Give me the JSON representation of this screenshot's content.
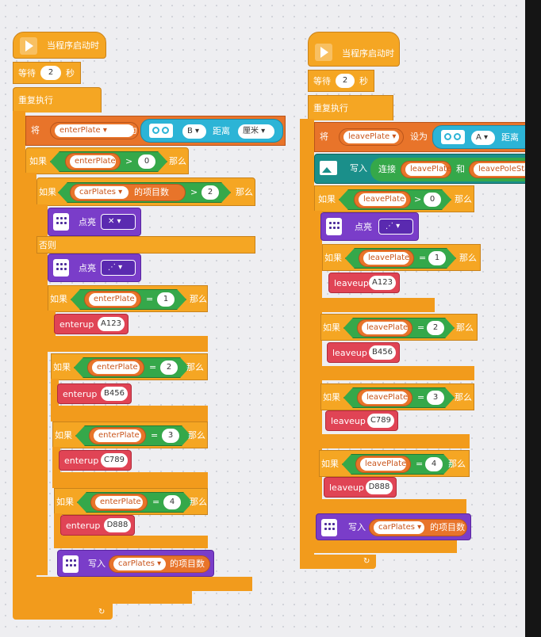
{
  "left": {
    "hat": "当程序启动时",
    "wait_label": "等待",
    "wait_value": "2",
    "wait_unit": "秒",
    "repeat": "重复执行",
    "set_label": "将",
    "set_var": "enterPlate",
    "set_to": "设为",
    "sensor_port": "B",
    "sensor_dist": "距离",
    "sensor_unit": "厘米",
    "if1_label": "如果",
    "if1_var": "enterPlate",
    "if1_op": ">",
    "if1_val": "0",
    "then": "那么",
    "if2_label": "如果",
    "if2_var": "carPlates",
    "if2_items": "的项目数",
    "if2_op": ">",
    "if2_val": "2",
    "light_label": "点亮",
    "else_label": "否则",
    "checks": [
      {
        "if": "如果",
        "var": "enterPlate",
        "op": "=",
        "val": "1",
        "cmd": "enterup",
        "arg": "A123"
      },
      {
        "if": "如果",
        "var": "enterPlate",
        "op": "=",
        "val": "2",
        "cmd": "enterup",
        "arg": "B456"
      },
      {
        "if": "如果",
        "var": "enterPlate",
        "op": "=",
        "val": "3",
        "cmd": "enterup",
        "arg": "C789"
      },
      {
        "if": "如果",
        "var": "enterPlate",
        "op": "=",
        "val": "4",
        "cmd": "enterup",
        "arg": "D888"
      }
    ],
    "write_label": "写入",
    "write_var": "carPlates",
    "write_items": "的项目数"
  },
  "right": {
    "hat": "当程序启动时",
    "wait_label": "等待",
    "wait_value": "2",
    "wait_unit": "秒",
    "repeat": "重复执行",
    "set_label": "将",
    "set_var": "leavePlate",
    "set_to": "设为",
    "sensor_port": "A",
    "sensor_dist": "距离",
    "write_label": "写入",
    "join_label": "连接",
    "join_a": "leavePlate",
    "join_and": "和",
    "join_b": "leavePoleSta",
    "if1_label": "如果",
    "if1_var": "leavePlate",
    "if1_op": ">",
    "if1_val": "0",
    "then": "那么",
    "light_label": "点亮",
    "checks": [
      {
        "if": "如果",
        "var": "leavePlate",
        "op": "=",
        "val": "1",
        "cmd": "leaveup",
        "arg": "A123"
      },
      {
        "if": "如果",
        "var": "leavePlate",
        "op": "=",
        "val": "2",
        "cmd": "leaveup",
        "arg": "B456"
      },
      {
        "if": "如果",
        "var": "leavePlate",
        "op": "=",
        "val": "3",
        "cmd": "leaveup",
        "arg": "C789"
      },
      {
        "if": "如果",
        "var": "leavePlate",
        "op": "=",
        "val": "4",
        "cmd": "leaveup",
        "arg": "D888"
      }
    ],
    "write2_label": "写入",
    "write2_var": "carPlates",
    "write2_items": "的项目数"
  },
  "colors": {
    "control": "#f5a623",
    "variable": "#e8742a",
    "operator": "#35a84a",
    "custom": "#e04455",
    "display": "#7a3dc9",
    "sensor": "#2cb4d6"
  },
  "icons": {
    "hat": "play-flag-icon",
    "display": "matrix-display-icon",
    "sensor": "ultrasonic-sensor-icon",
    "image": "image-icon"
  }
}
